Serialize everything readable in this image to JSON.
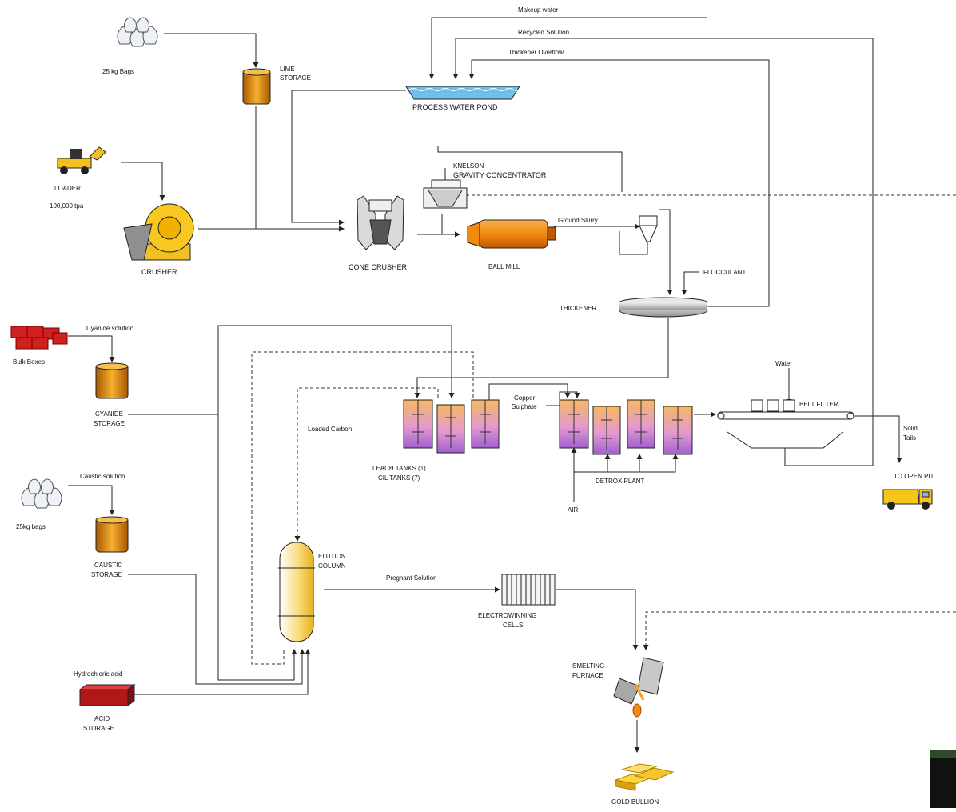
{
  "labels": {
    "makeup_water": "Makeup water",
    "recycled_solution": "Recycled Solution",
    "thickener_overflow": "Thickener Overflow",
    "process_water_pond": "PROCESS WATER POND",
    "bags_25kg": "25 kg Bags",
    "lime_storage_1": "LIME",
    "lime_storage_2": "STORAGE",
    "loader": "LOADER",
    "tpa": "100,000 tpa",
    "crusher": "CRUSHER",
    "knelson_1": "KNELSON",
    "knelson_2": "GRAVITY CONCENTRATOR",
    "cone_crusher": "CONE CRUSHER",
    "ball_mill": "BALL MILL",
    "ground_slurry": "Ground Slurry",
    "flocculant": "FLOCCULANT",
    "thickener": "THICKENER",
    "cyanide_solution": "Cyanide solution",
    "bulk_boxes": "Bulk Boxes",
    "cyanide_storage_1": "CYANIDE",
    "cyanide_storage_2": "STORAGE",
    "loaded_carbon": "Loaded Carbon",
    "copper_sulphate_1": "Copper",
    "copper_sulphate_2": "Sulphate",
    "water": "Water",
    "belt_filter": "BELT FILTER",
    "solid_tails_1": "Solid",
    "solid_tails_2": "Tails",
    "leach_tanks": "LEACH TANKS (1)",
    "cil_tanks": "CIL TANKS (7)",
    "detrox_plant": "DETROX PLANT",
    "to_open_pit": "TO OPEN PIT",
    "air": "AIR",
    "caustic_solution": "Caustic solution",
    "bags_25kg_b": "25kg bags",
    "caustic_storage_1": "CAUSTIC",
    "caustic_storage_2": "STORAGE",
    "elution_1": "ELUTION",
    "elution_2": "COLUMN",
    "pregnant_solution": "Pregnant Solution",
    "electrowinning_1": "ELECTROWINNING",
    "electrowinning_2": "CELLS",
    "smelting_1": "SMELTING",
    "smelting_2": "FURNACE",
    "hydrochloric_acid": "Hydrochloric acid",
    "acid_storage_1": "ACID",
    "acid_storage_2": "STORAGE",
    "gold_bullion": "GOLD BULLION"
  },
  "colors": {
    "line": "#222222",
    "orange_tank": "#f0a020",
    "leach_top": "#f5b860",
    "leach_bottom": "#c070d0",
    "red_box": "#d02020",
    "gold": "#f7c52a",
    "pond_water": "#6fc0e8",
    "truck": "#f5c518"
  }
}
